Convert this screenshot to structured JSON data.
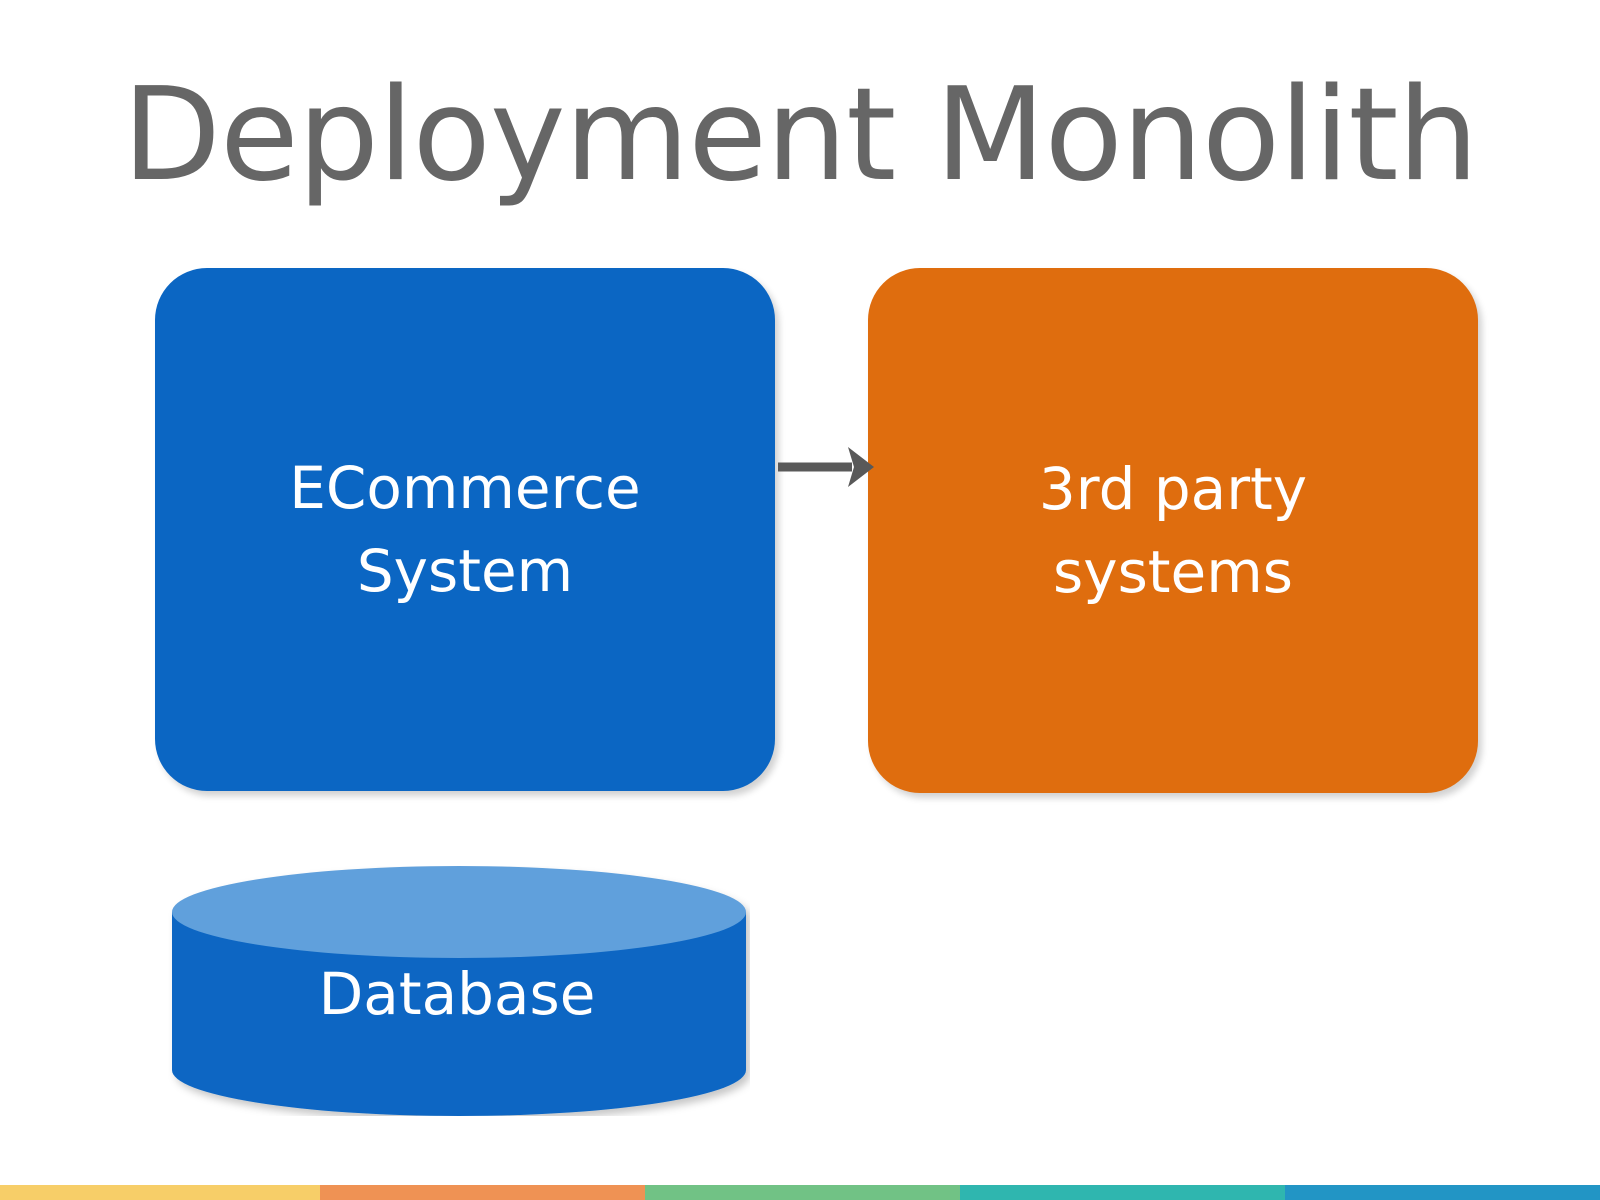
{
  "slide": {
    "title": "Deployment Monolith",
    "background_color": "#ffffff",
    "title_color": "#666666"
  },
  "nodes": [
    {
      "id": "ecommerce-system",
      "shape": "rounded-rectangle",
      "label": "ECommerce System",
      "label_line1": "ECommerce",
      "label_line2": "System",
      "fill_color": "#0B66C3",
      "text_color": "#ffffff"
    },
    {
      "id": "third-party-systems",
      "shape": "rounded-rectangle",
      "label": "3rd party systems",
      "label_line1": "3rd party",
      "label_line2": "systems",
      "fill_color": "#DF6D0E",
      "text_color": "#ffffff"
    },
    {
      "id": "database",
      "shape": "cylinder",
      "label": "Database",
      "fill_color": "#0B66C3",
      "top_color": "#61A0DC",
      "text_color": "#ffffff"
    }
  ],
  "connectors": [
    {
      "id": "ecommerce-to-thirdparty",
      "from": "ecommerce-system",
      "to": "third-party-systems",
      "style": "solid-arrow",
      "direction": "right",
      "color": "#595959"
    }
  ],
  "footer_strip": {
    "segments": [
      {
        "name": "yellow",
        "color": "#F7CE68",
        "width_pct": 20.0
      },
      {
        "name": "orange",
        "color": "#EF9254",
        "width_pct": 20.3
      },
      {
        "name": "green",
        "color": "#71C285",
        "width_pct": 19.7
      },
      {
        "name": "teal",
        "color": "#2FB6AF",
        "width_pct": 20.3
      },
      {
        "name": "blue",
        "color": "#2295C5",
        "width_pct": 19.7
      }
    ]
  }
}
